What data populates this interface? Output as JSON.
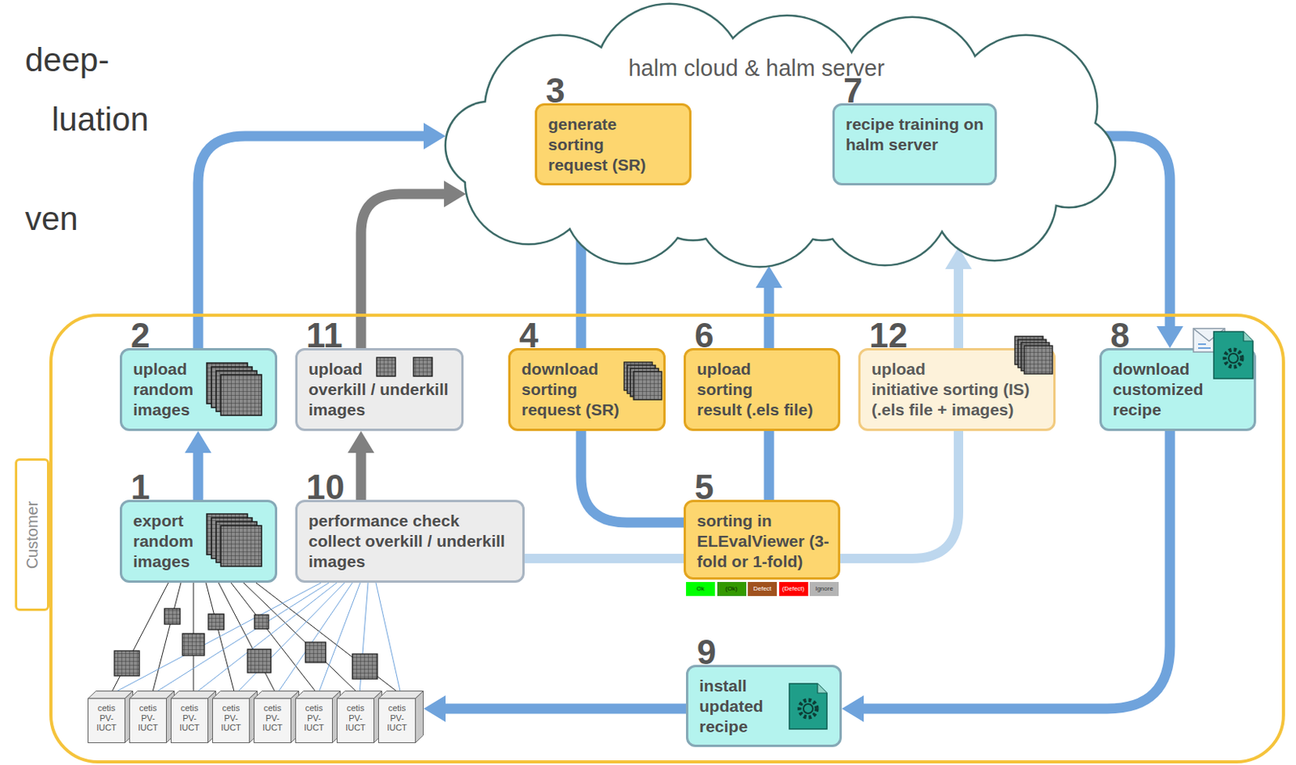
{
  "diagram": {
    "nodes": [
      {
        "text": [
          "halm cloud & halm server"
        ]
      },
      {
        "text": [
          "3",
          "generate sorting request (SR)"
        ],
        "in": 0
      },
      {
        "text": [
          "7",
          "recipe training on halm server"
        ],
        "in": 0
      },
      {
        "text": [
          "Customer"
        ]
      },
      {
        "text": [
          "2",
          "upload random images"
        ],
        "in": 3
      },
      {
        "text": [
          "11",
          "upload overkill / underkill images"
        ],
        "in": 3
      },
      {
        "text": [
          "4",
          "download sorting request (SR)"
        ],
        "in": 3
      },
      {
        "text": [
          "6",
          "upload sorting result (.els file)"
        ],
        "in": 3
      },
      {
        "text": [
          "12",
          "upload initiative sorting (IS) (.els file + images)"
        ],
        "in": 3
      },
      {
        "text": [
          "8",
          "download customized recipe"
        ],
        "in": 3
      },
      {
        "text": [
          "1",
          "export random images"
        ],
        "in": 3
      },
      {
        "text": [
          "10",
          "performance check collect overkill / underkill images"
        ],
        "in": 3
      },
      {
        "text": [
          "5",
          "sorting in ELEvalViewer (3-fold or 1-fold)"
        ],
        "in": 3
      },
      {
        "text": [
          "9",
          "install updated recipe"
        ],
        "in": 3
      },
      {
        "text": [
          "cetis PV- IUCT"
        ],
        "in": 3
      },
      {
        "text": [
          "cetis PV- IUCT"
        ],
        "in": 3
      },
      {
        "text": [
          "cetis PV- IUCT"
        ],
        "in": 3
      },
      {
        "text": [
          "cetis PV- IUCT"
        ],
        "in": 3
      },
      {
        "text": [
          "cetis PV- IUCT"
        ],
        "in": 3
      },
      {
        "text": [
          "cetis PV- IUCT"
        ],
        "in": 3
      },
      {
        "text": [
          "cetis PV- IUCT"
        ],
        "in": 3
      },
      {
        "text": [
          "cetis PV- IUCT"
        ],
        "in": 3
      }
    ],
    "edges": [
      {
        "from": 10,
        "to": 4,
        "arrow": "to"
      },
      {
        "from": 4,
        "to": 0,
        "arrow": "to"
      },
      {
        "from": 11,
        "to": 5,
        "arrow": "to"
      },
      {
        "from": 5,
        "to": 0,
        "arrow": "to"
      },
      {
        "from": 0,
        "to": 6,
        "arrow": "none"
      },
      {
        "from": 6,
        "to": 12,
        "arrow": "none"
      },
      {
        "from": 12,
        "to": 7,
        "arrow": "none"
      },
      {
        "from": 7,
        "to": 0,
        "arrow": "to"
      },
      {
        "from": 12,
        "to": 8,
        "arrow": "none"
      },
      {
        "from": 8,
        "to": 0,
        "arrow": "to"
      },
      {
        "from": 11,
        "to": 12,
        "arrow": "none"
      },
      {
        "from": 0,
        "to": 9,
        "arrow": "to"
      },
      {
        "from": 9,
        "to": 13,
        "arrow": "to"
      },
      {
        "from": 13,
        "to": 21,
        "arrow": "to"
      },
      {
        "from": 10,
        "to": 14,
        "arrow": "none"
      },
      {
        "from": 10,
        "to": 15,
        "arrow": "none"
      },
      {
        "from": 10,
        "to": 16,
        "arrow": "none"
      },
      {
        "from": 10,
        "to": 17,
        "arrow": "none"
      },
      {
        "from": 10,
        "to": 18,
        "arrow": "none"
      },
      {
        "from": 10,
        "to": 19,
        "arrow": "none"
      },
      {
        "from": 10,
        "to": 20,
        "arrow": "none"
      },
      {
        "from": 10,
        "to": 21,
        "arrow": "none"
      },
      {
        "from": 11,
        "to": 14,
        "arrow": "none"
      },
      {
        "from": 11,
        "to": 15,
        "arrow": "none"
      },
      {
        "from": 11,
        "to": 16,
        "arrow": "none"
      },
      {
        "from": 11,
        "to": 17,
        "arrow": "none"
      },
      {
        "from": 11,
        "to": 18,
        "arrow": "none"
      },
      {
        "from": 11,
        "to": 19,
        "arrow": "none"
      },
      {
        "from": 11,
        "to": 20,
        "arrow": "none"
      },
      {
        "from": 11,
        "to": 21,
        "arrow": "none"
      }
    ],
    "labels": [
      "deep-",
      "luation",
      "ven"
    ],
    "legend": [
      {
        "text": "Ok",
        "color": "#00ff00"
      },
      {
        "text": "(Ok)",
        "color": "#339900"
      },
      {
        "text": "Defect",
        "color": "#a0521e"
      },
      {
        "text": "(Defect)",
        "color": "#ff0000"
      },
      {
        "text": "Ignore",
        "color": "#b4b4b4"
      }
    ]
  }
}
